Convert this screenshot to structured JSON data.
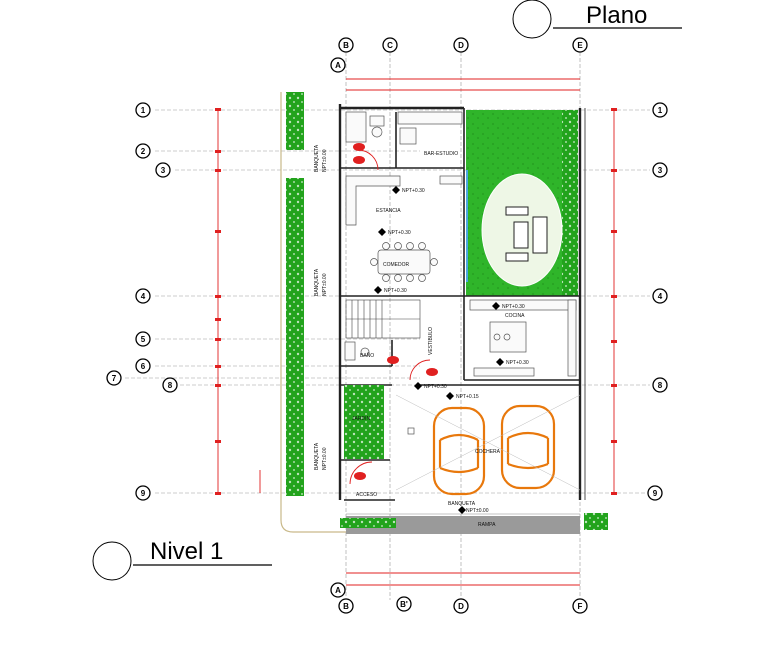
{
  "title": "Plano",
  "level_label": "Nivel 1",
  "axes": {
    "vertical_top": [
      "B",
      "C",
      "D",
      "E"
    ],
    "vertical_bottom": [
      "B",
      "B'",
      "D",
      "F"
    ],
    "left": [
      "1",
      "2",
      "3",
      "4",
      "5",
      "6",
      "7",
      "8",
      "9"
    ],
    "right": [
      "1",
      "3",
      "4",
      "8",
      "9"
    ],
    "extra_a": "A"
  },
  "rooms": {
    "bar_estudio": "BAR-ESTUDIO",
    "estancia": "ESTANCIA",
    "comedor": "COMEDOR",
    "cocina": "COCINA",
    "vestibulo": "VESTIBULO",
    "bano": "BAÑO",
    "jardin": "JARDIN",
    "cochera": "COCHERA",
    "acceso": "ACCESO",
    "banqueta_bottom": "BANQUETA",
    "rampa": "RAMPA",
    "banqueta_side_1": "BANQUETA",
    "banqueta_side_2": "BANQUETA",
    "banqueta_side_3": "BANQUETA"
  },
  "levels": {
    "estancia": "NPT+0.30",
    "estancia_2": "NPT+0.30",
    "comedor": "NPT+0.30",
    "cocina_1": "NPT+0.30",
    "cocina_2": "NPT+0.30",
    "bano_hall": "NPT+0.30",
    "cochera": "NPT+0.15",
    "banqueta": "NPT±0.00",
    "side_1": "NPT±0.00",
    "side_2": "NPT±0.00",
    "side_3": "NPT±0.00"
  },
  "colors": {
    "grass": "#22a31c",
    "car": "#e8780c",
    "dim_red": "#e02020",
    "wall": "#222222",
    "ramp": "#9a9a9a",
    "water": "#4aa8e0"
  }
}
